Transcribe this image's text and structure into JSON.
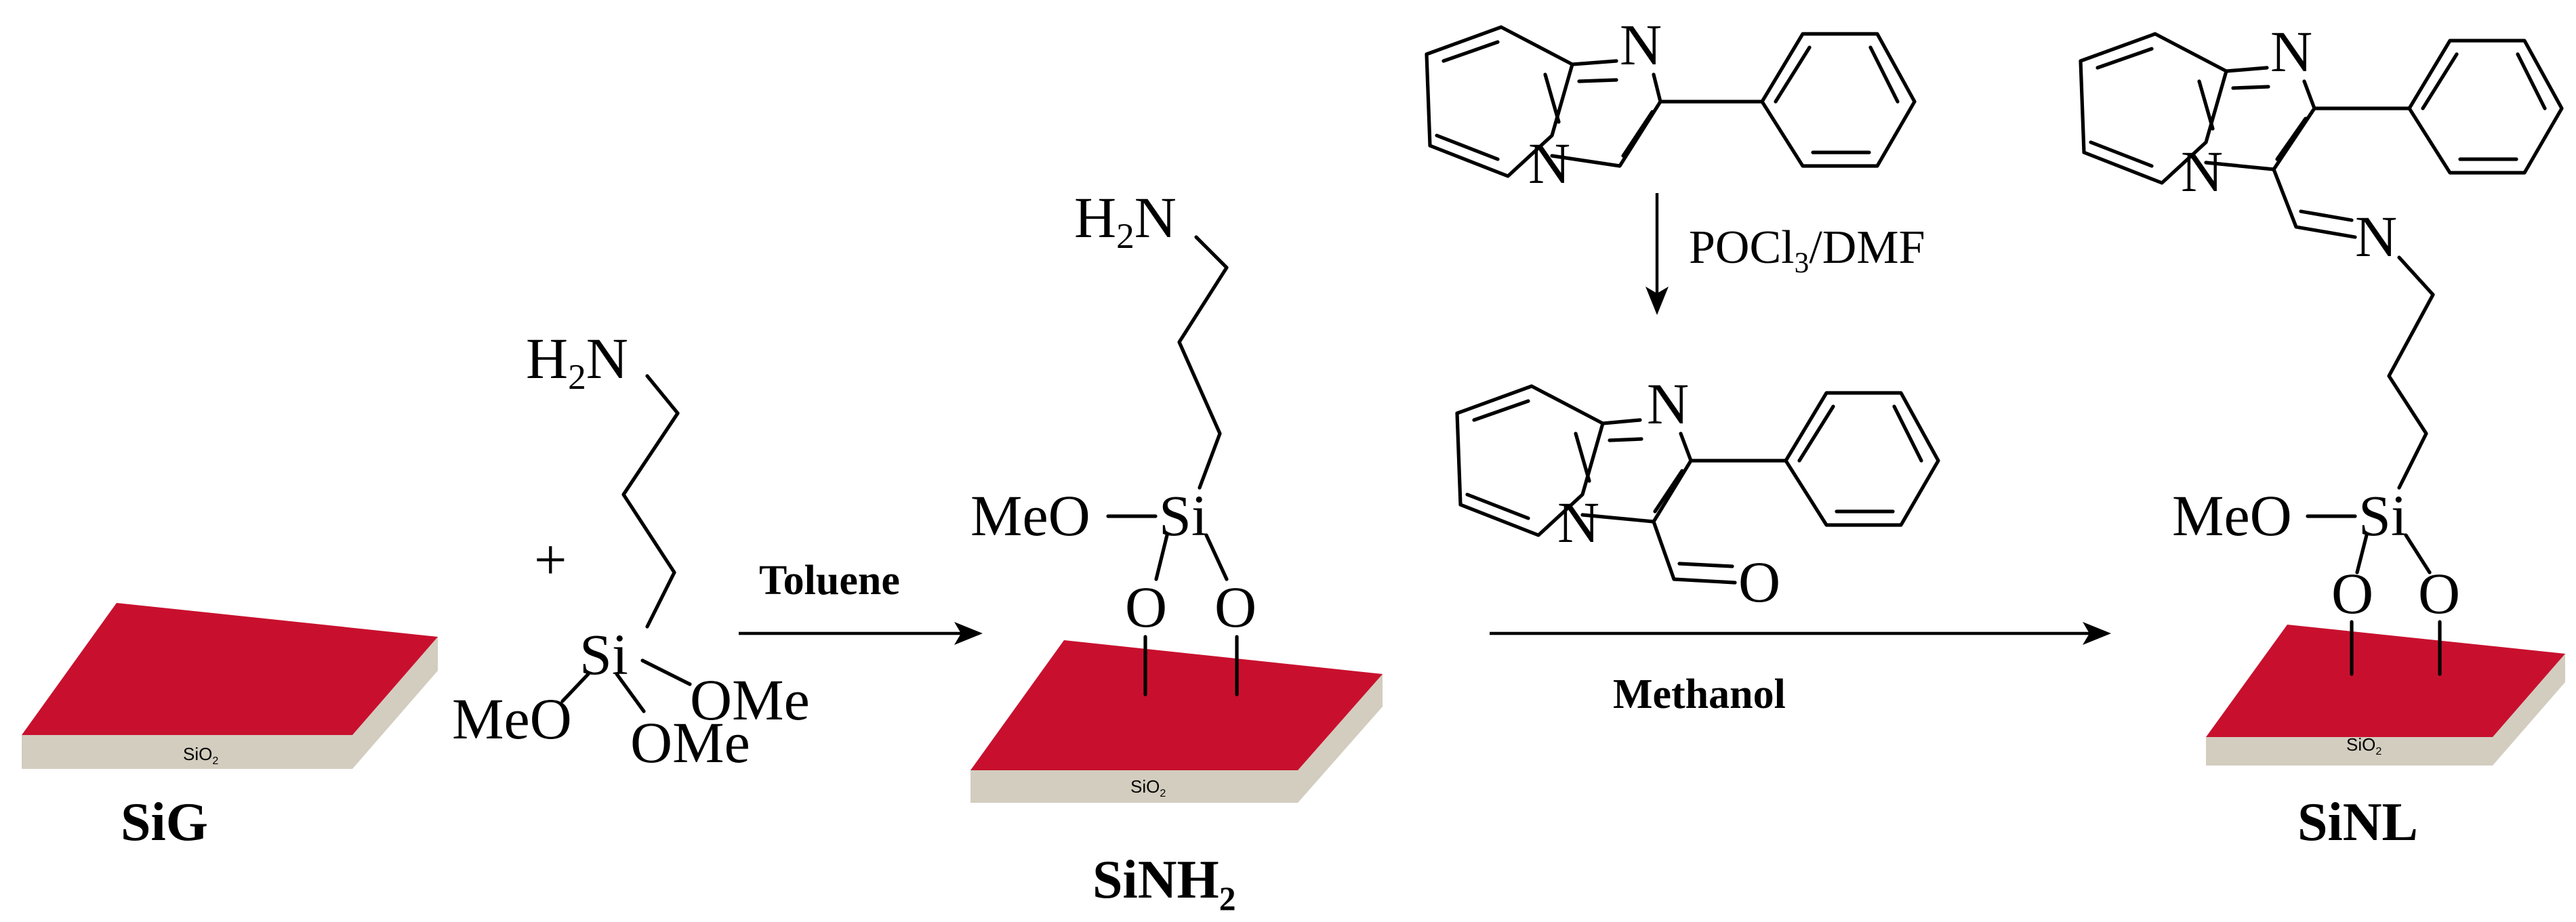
{
  "colors": {
    "wafer_top": "#C8102E",
    "wafer_side": "#D3CDBF",
    "ink": "#000000"
  },
  "labels": {
    "plus": "+",
    "amine_h": "H",
    "amine_sub": "2",
    "amine_n": "N",
    "methoxy_left": "MeO",
    "methoxy": "OMe",
    "silicon": "Si",
    "oxygen": "O",
    "nitrogen": "N",
    "aldehyde_o": "O"
  },
  "reagents": {
    "step1": "Toluene",
    "step2_reagent": "POCl",
    "step2_sub": "3",
    "step2_solvent": "/DMF",
    "step3": "Methanol"
  },
  "compounds": {
    "sig": "SiG",
    "sinh_prefix": "SiNH",
    "sinh_sub": "2",
    "sinl": "SiNL"
  },
  "substrate": {
    "oxide_main": "SiO",
    "oxide_sub": "2"
  }
}
